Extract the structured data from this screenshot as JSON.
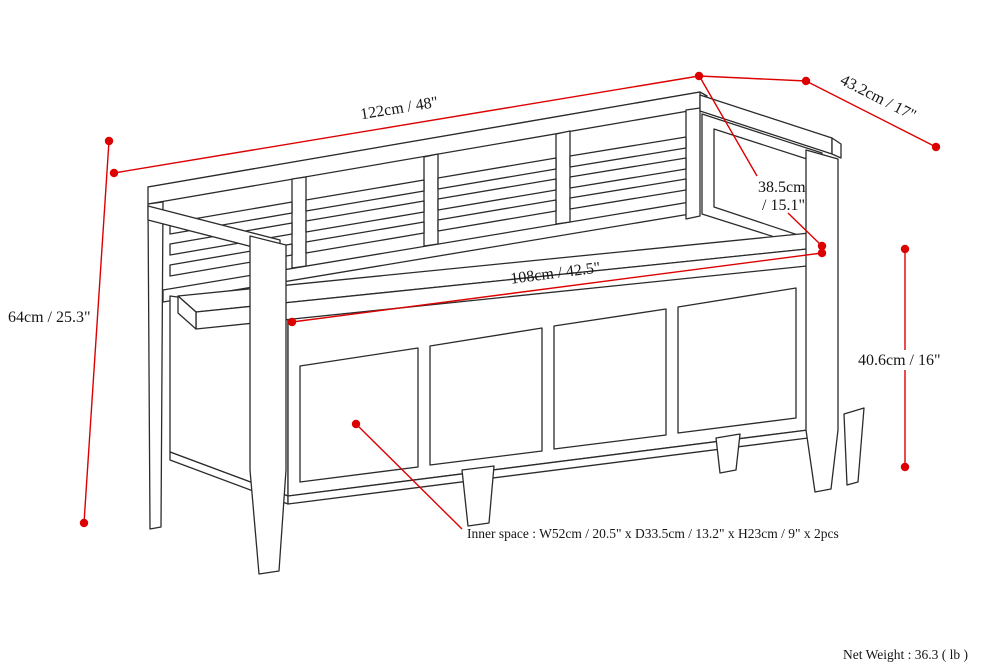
{
  "diagram": {
    "title": "storage-bench-dimension-diagram",
    "colors": {
      "dimension_line": "#dd0000",
      "line_art": "#2b2b2b",
      "text": "#161616",
      "background": "#ffffff"
    },
    "labels": {
      "overall_width": "122cm / 48\"",
      "overall_depth": "43.2cm / 17\"",
      "backrest_height_line1": "38.5cm",
      "backrest_height_line2": "/ 15.1\"",
      "overall_height": "64cm / 25.3\"",
      "seat_width": "108cm / 42.5\"",
      "seat_height": "40.6cm / 16\"",
      "inner_space": "Inner space : W52cm / 20.5\" x D33.5cm / 13.2\" x H23cm / 9\" x 2pcs",
      "net_weight": "Net Weight : 36.3 ( lb )"
    }
  }
}
